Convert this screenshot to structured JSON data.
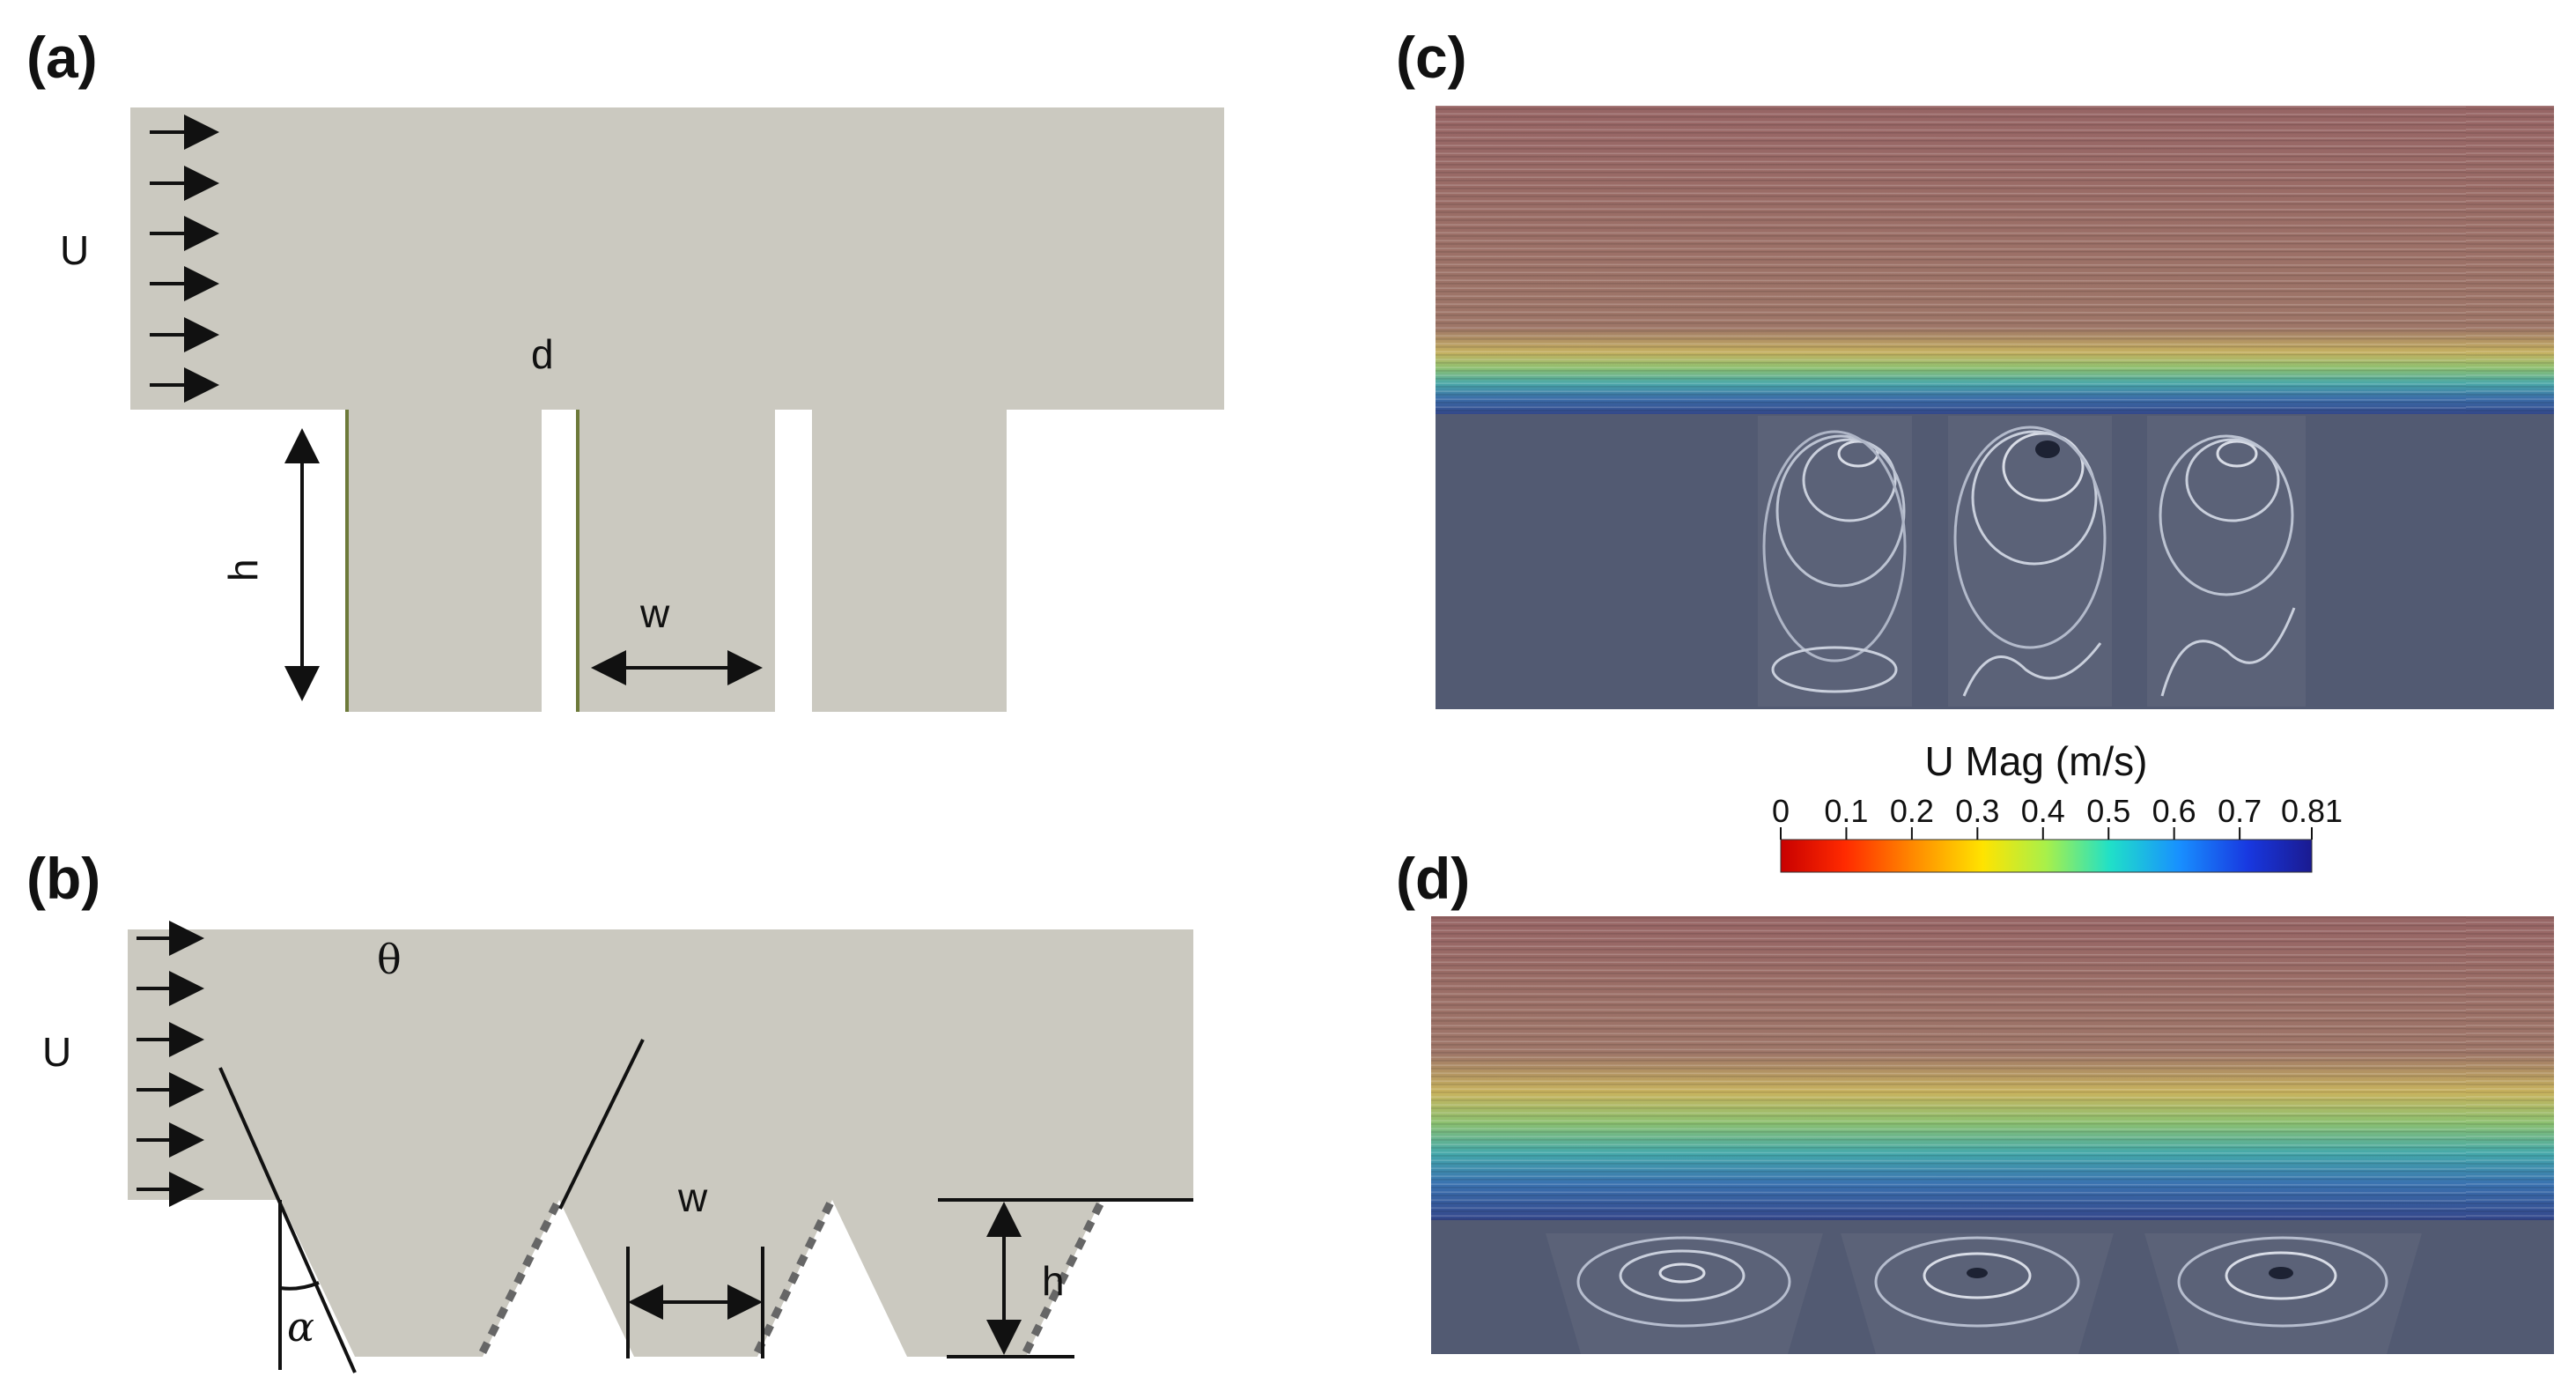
{
  "panels": {
    "a": {
      "label": "(a)",
      "velocity": "U",
      "spacing": "d",
      "height": "h",
      "width": "w"
    },
    "b": {
      "label": "(b)",
      "velocity": "U",
      "angle_theta": "θ",
      "angle_alpha": "α",
      "height": "h",
      "width": "w"
    },
    "c": {
      "label": "(c)"
    },
    "d": {
      "label": "(d)"
    }
  },
  "colorbar": {
    "title": "U Mag (m/s)",
    "ticks": [
      "0",
      "0.1",
      "0.2",
      "0.3",
      "0.4",
      "0.5",
      "0.6",
      "0.7",
      "0.81"
    ],
    "range": [
      0,
      0.81
    ],
    "colors": [
      "#c80000",
      "#ff2a00",
      "#ff8a00",
      "#ffe300",
      "#a8f04a",
      "#20e0c8",
      "#1890ff",
      "#1838e0",
      "#1a1a90"
    ]
  },
  "colors": {
    "geometry_fill": "#cbc9c0",
    "flow_top": "#9a6a6a",
    "cavity_bg": "#525a72"
  }
}
